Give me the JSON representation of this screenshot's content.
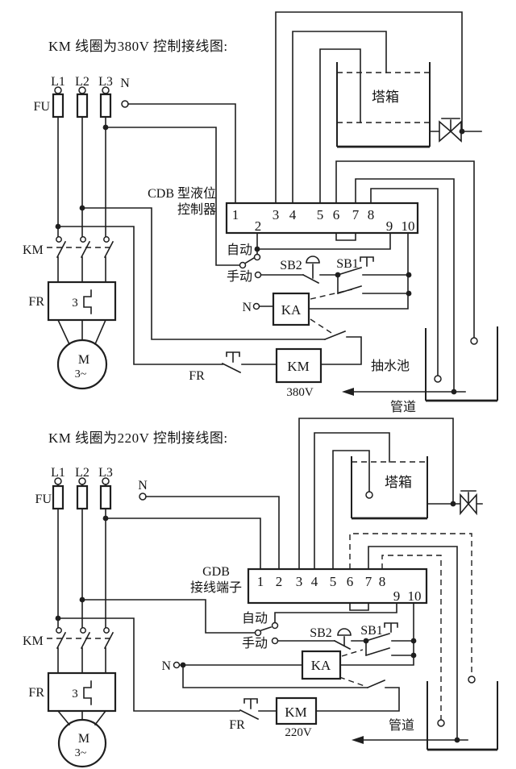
{
  "colors": {
    "line": "#1f1f1f",
    "text": "#141414",
    "background": "#ffffff"
  },
  "d380": {
    "title": "KM 线圈为380V 控制接线图:",
    "phases": [
      "L1",
      "L2",
      "L3"
    ],
    "neutral": "N",
    "fuse": "FU",
    "contactor": "KM",
    "thermal": "FR",
    "thermal_elements": "3",
    "motor": "M",
    "motor_type": "3~",
    "controller_line1": "CDB 型液位",
    "controller_line2": "控制器",
    "row1": [
      "1",
      "3",
      "4",
      "5",
      "6",
      "7",
      "8"
    ],
    "row2_first": "2",
    "row2": [
      "9",
      "10"
    ],
    "auto": "自动",
    "manual": "手动",
    "stop_button": "SB2",
    "start_button": "SB1",
    "relay": "KA",
    "coil": "KM",
    "coil_voltage": "380V",
    "tank": "塔箱",
    "pool": "抽水池",
    "pipe": "管道"
  },
  "d220": {
    "title": "KM 线圈为220V 控制接线图:",
    "phases": [
      "L1",
      "L2",
      "L3"
    ],
    "neutral": "N",
    "fuse": "FU",
    "contactor": "KM",
    "thermal": "FR",
    "thermal_elements": "3",
    "motor": "M",
    "motor_type": "3~",
    "controller_line1": "GDB",
    "controller_line2": "接线端子",
    "row1": [
      "1",
      "2",
      "3",
      "4",
      "5",
      "6",
      "7",
      "8"
    ],
    "row2": [
      "9",
      "10"
    ],
    "auto": "自动",
    "manual": "手动",
    "stop_button": "SB2",
    "start_button": "SB1",
    "relay": "KA",
    "coil": "KM",
    "coil_voltage": "220V",
    "tank": "塔箱",
    "pipe": "管道"
  }
}
